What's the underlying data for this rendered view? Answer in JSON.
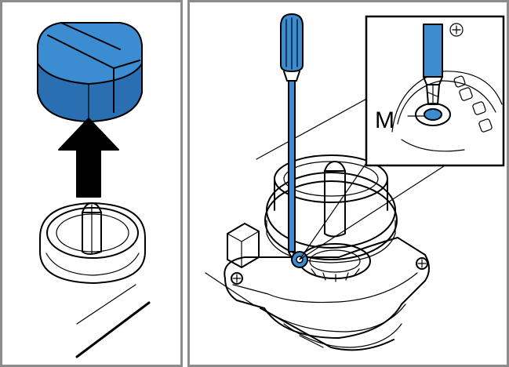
{
  "colors": {
    "accent": "#3c8cd2",
    "frame": "#8c8c8c"
  },
  "panels": [
    {
      "id": "left",
      "content": "knob-removal"
    },
    {
      "id": "right",
      "content": "screwdriver-adjustment"
    }
  ],
  "callout": {
    "label": "M"
  },
  "icons": [
    "arrow-up-icon",
    "knob-icon",
    "screwdriver-icon"
  ]
}
